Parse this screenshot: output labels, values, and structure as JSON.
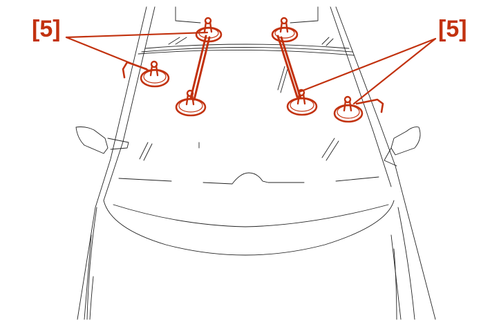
{
  "diagram": {
    "callouts": [
      {
        "id": "left",
        "label": "[5]"
      },
      {
        "id": "right",
        "label": "[5]"
      }
    ],
    "colors": {
      "accent": "#c2320f",
      "line": "#222222",
      "background": "#ffffff"
    },
    "icons": [
      "suction-cup-icon",
      "windshield-support-tool-icon"
    ]
  }
}
